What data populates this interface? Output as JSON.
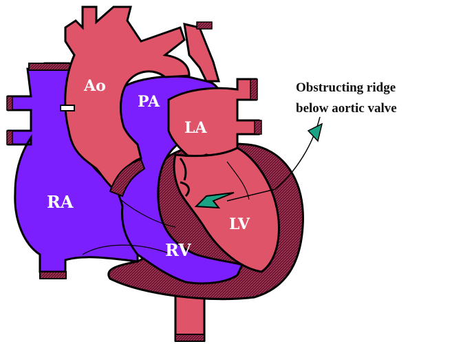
{
  "diagram": {
    "labels": {
      "ao": "Ao",
      "pa": "PA",
      "la": "LA",
      "ra": "RA",
      "rv": "RV",
      "lv": "LV"
    },
    "annotation": {
      "line1": "Obstructing ridge",
      "line2": "below aortic valve"
    },
    "colors": {
      "arterial_red": "#e0546a",
      "venous_purple": "#7b1fff",
      "myocardium": "#6a1430",
      "ridge_teal": "#1aa385",
      "outline": "#000000"
    }
  }
}
